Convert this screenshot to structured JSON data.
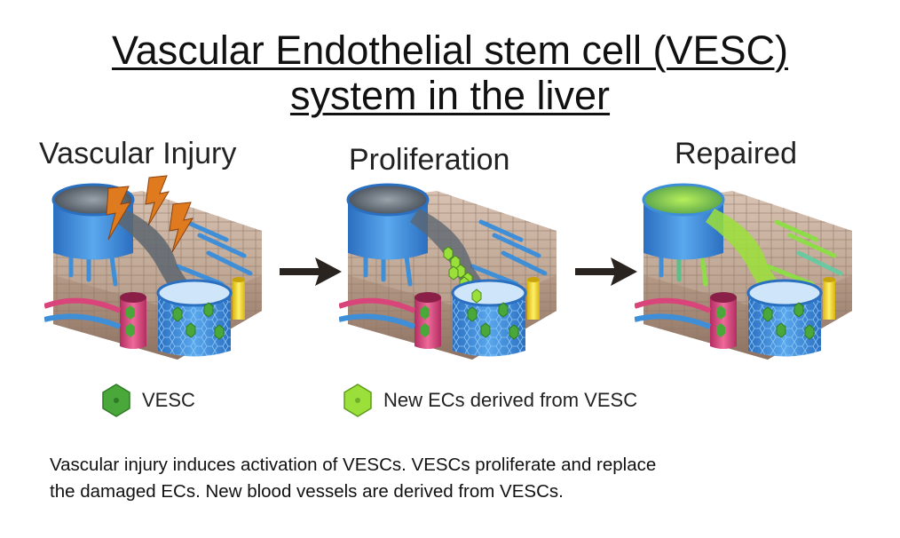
{
  "title": {
    "line1": "Vascular Endothelial stem cell (VESC)",
    "line2": "system in the liver"
  },
  "stages": [
    {
      "label": "Vascular Injury"
    },
    {
      "label": "Proliferation"
    },
    {
      "label": "Repaired"
    }
  ],
  "legend": {
    "vesc": "VESC",
    "new_ecs": "New ECs derived from VESC"
  },
  "caption": {
    "line1": "Vascular injury induces activation of VESCs. VESCs proliferate and replace",
    "line2": "the damaged ECs. New blood vessels are derived from VESCs."
  },
  "colors": {
    "vessel_blue": "#3e8fd8",
    "tissue_beige": "#c9ad9a",
    "vesc_green": "#4aa83a",
    "new_ec_green": "#9be03a",
    "bolt_orange": "#e07a1e",
    "artery_pink": "#d9457a",
    "duct_yellow": "#f2d21b",
    "arrow_dark": "#2a2420"
  }
}
